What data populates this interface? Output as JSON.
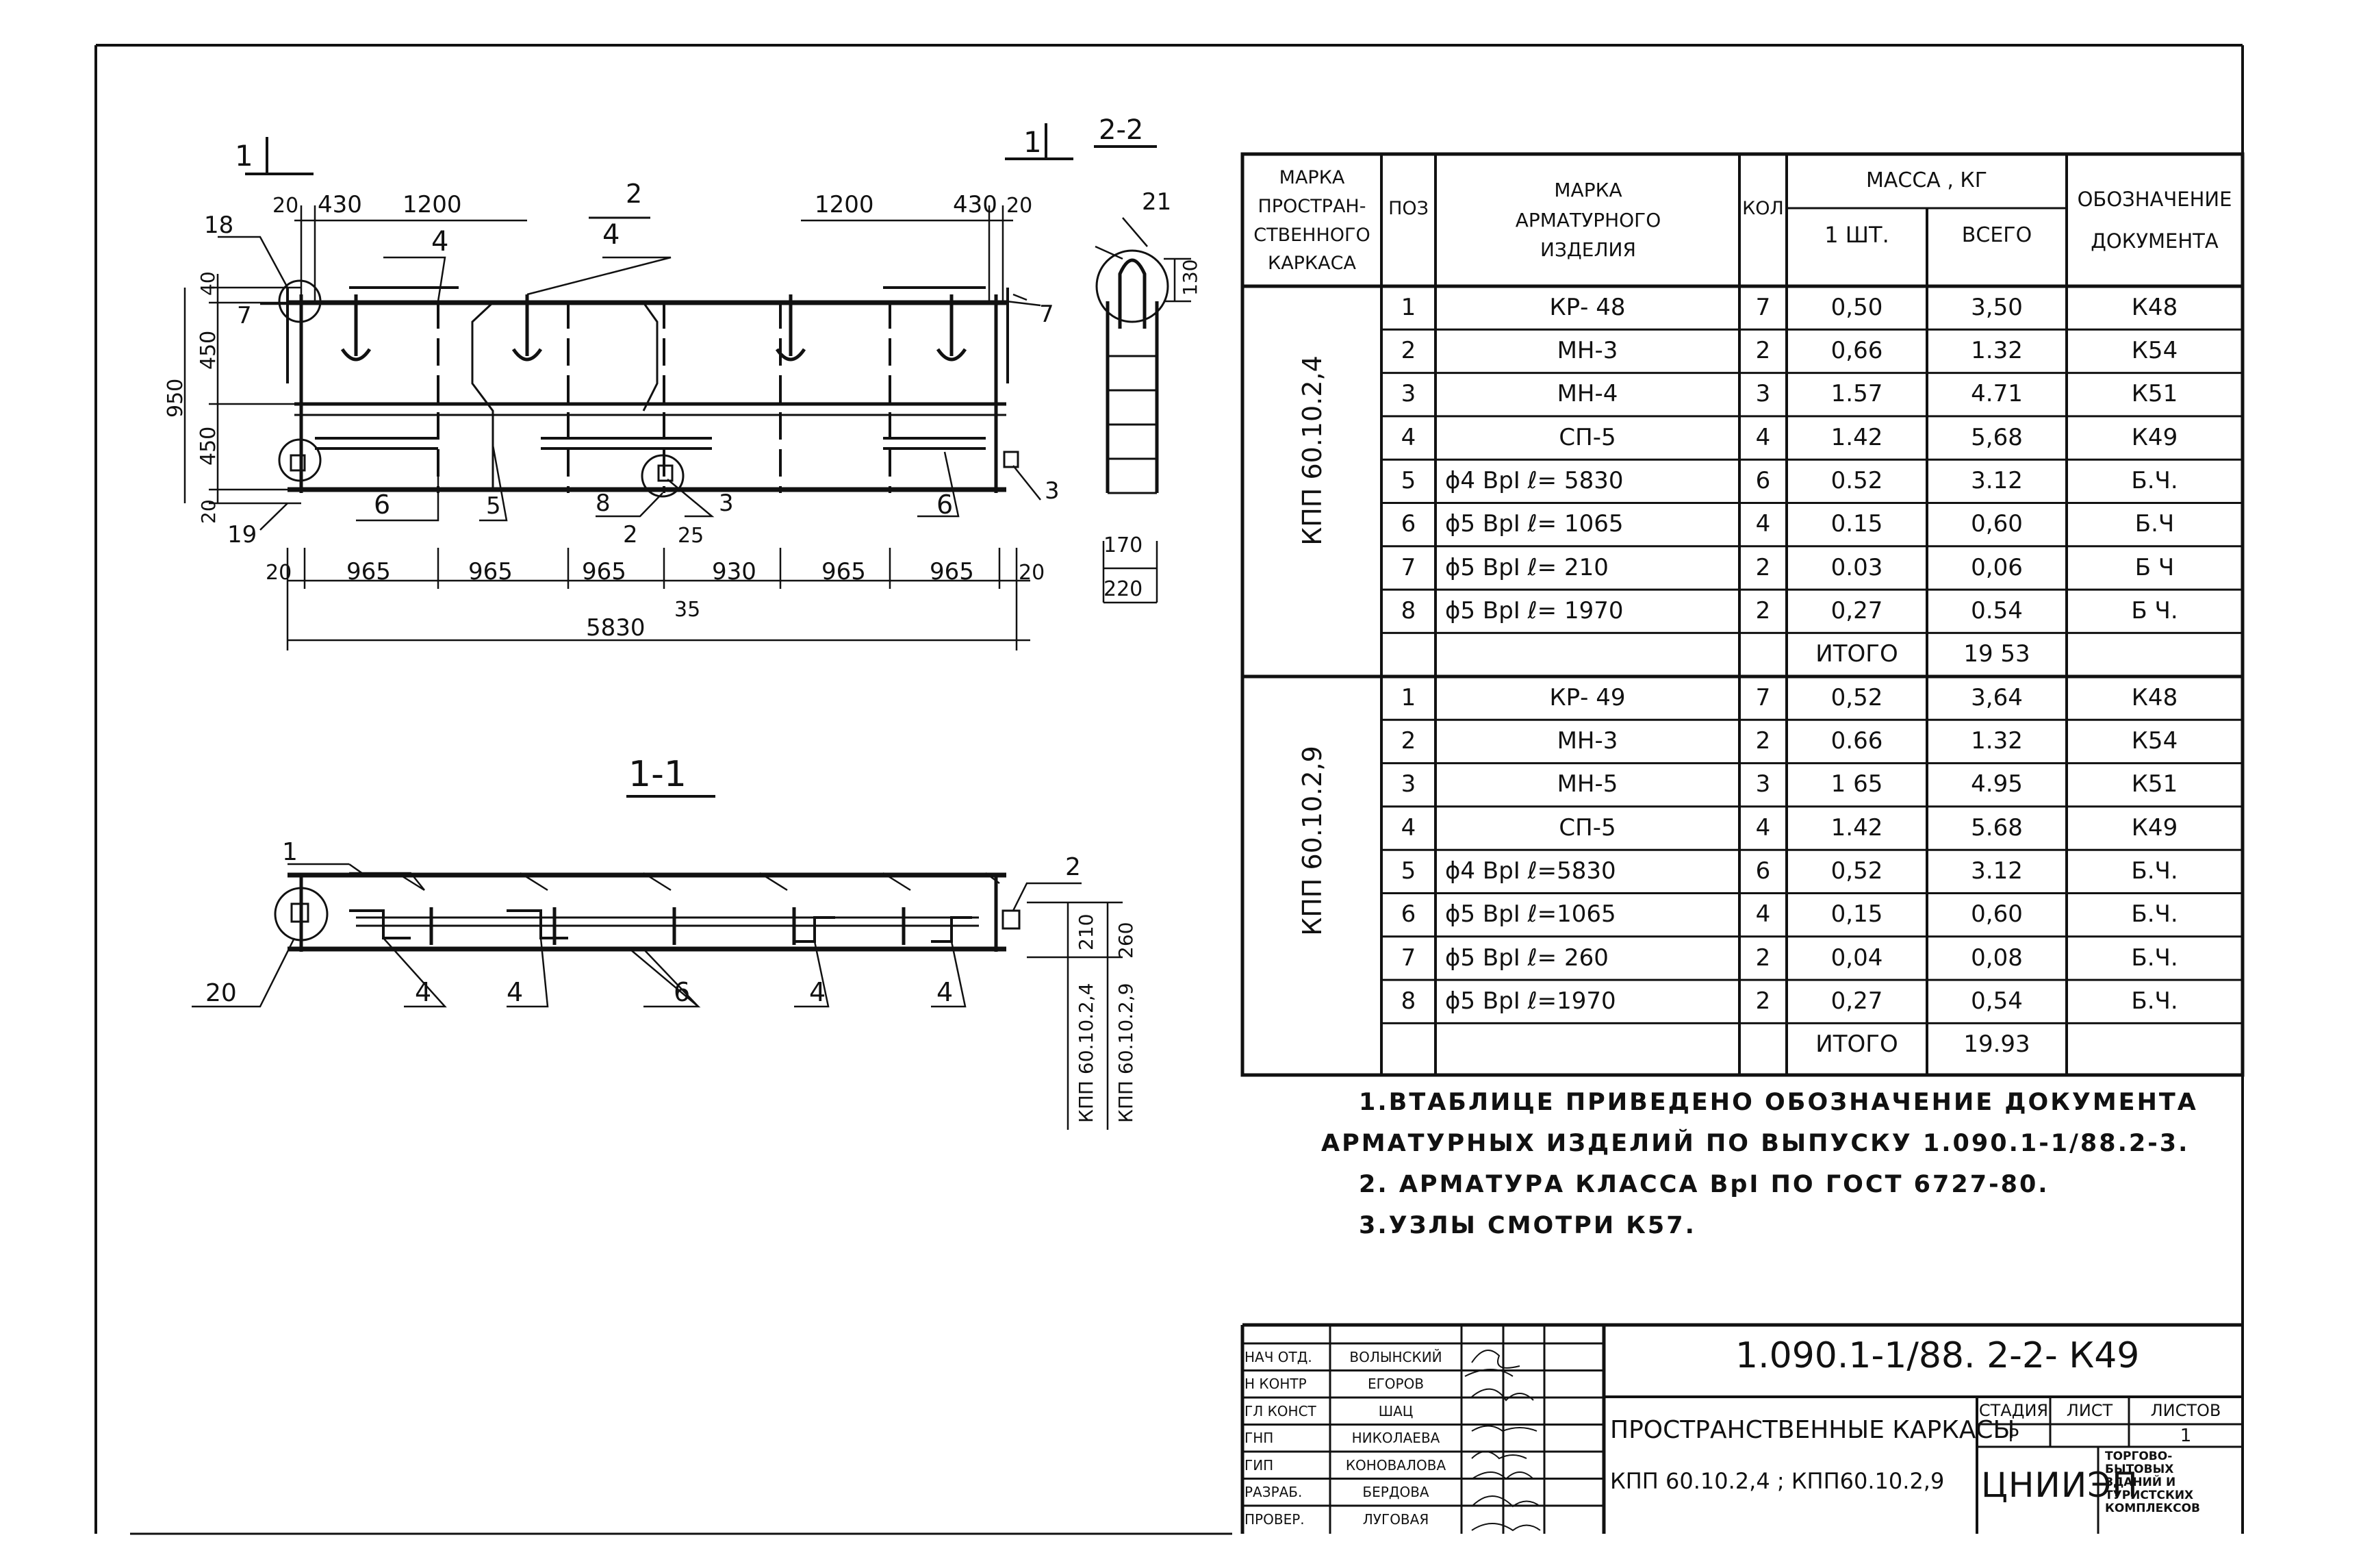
{
  "drawing": {
    "view_plan_mark": "1",
    "view_section_2_2": "2-2",
    "view_section_1_1": "1-1",
    "dims_top": [
      "20",
      "430",
      "1200",
      "1200",
      "430",
      "20"
    ],
    "dims_left": [
      "40",
      "450",
      "950",
      "450",
      "20"
    ],
    "dims_bottom": [
      "20",
      "965",
      "965",
      "965",
      "930",
      "965",
      "965",
      "20"
    ],
    "dim_35": "35",
    "dim_total": "5830",
    "dims_2_2": [
      "130",
      "170",
      "220"
    ],
    "dims_1_1": [
      "210",
      "260"
    ],
    "callouts_plan": [
      "18",
      "7",
      "4",
      "4",
      "2",
      "7",
      "19",
      "6",
      "5",
      "8",
      "2",
      "25",
      "3",
      "6",
      "3"
    ],
    "callout_21": "21",
    "callouts_1_1": [
      "1",
      "2",
      "20",
      "4",
      "4",
      "6",
      "4",
      "4"
    ],
    "kpp_labels": [
      "КПП 60.10.2,4",
      "КПП 60.10.2,9"
    ]
  },
  "spec_table": {
    "headers": {
      "frame_mark": "МАРКА ПРОСТРАН- СТВЕННОГО КАРКАСА",
      "pos": "ПОЗ",
      "item_mark": "МАРКА АРМАТУРНОГО ИЗДЕЛИЯ",
      "qty": "КОЛ",
      "mass": "МАССА , КГ",
      "mass_one": "1 ШТ.",
      "mass_total": "ВСЕГО",
      "doc": "ОБОЗНАЧЕНИЕ ДОКУМЕНТА"
    },
    "groups": [
      {
        "frame": "КПП 60.10.2,4",
        "rows": [
          {
            "pos": "1",
            "mark": "КР- 48",
            "qty": "7",
            "one": "0,50",
            "total": "3,50",
            "doc": "К48"
          },
          {
            "pos": "2",
            "mark": "МН-3",
            "qty": "2",
            "one": "0,66",
            "total": "1.32",
            "doc": "К54"
          },
          {
            "pos": "3",
            "mark": "МН-4",
            "qty": "3",
            "one": "1.57",
            "total": "4.71",
            "doc": "К51"
          },
          {
            "pos": "4",
            "mark": "СП-5",
            "qty": "4",
            "one": "1.42",
            "total": "5,68",
            "doc": "К49"
          },
          {
            "pos": "5",
            "mark": "ϕ4 ВрI  ℓ= 5830",
            "qty": "6",
            "one": "0.52",
            "total": "3.12",
            "doc": "Б.Ч."
          },
          {
            "pos": "6",
            "mark": "ϕ5 ВрI  ℓ= 1065",
            "qty": "4",
            "one": "0.15",
            "total": "0,60",
            "doc": "Б.Ч"
          },
          {
            "pos": "7",
            "mark": "ϕ5 ВрI  ℓ= 210",
            "qty": "2",
            "one": "0.03",
            "total": "0,06",
            "doc": "Б Ч"
          },
          {
            "pos": "8",
            "mark": "ϕ5 ВрI  ℓ= 1970",
            "qty": "2",
            "one": "0,27",
            "total": "0.54",
            "doc": "Б Ч."
          }
        ],
        "total_label": "ИТОГО",
        "total_value": "19 53"
      },
      {
        "frame": "КПП 60.10.2,9",
        "rows": [
          {
            "pos": "1",
            "mark": "КР- 49",
            "qty": "7",
            "one": "0,52",
            "total": "3,64",
            "doc": "К48"
          },
          {
            "pos": "2",
            "mark": "МН-3",
            "qty": "2",
            "one": "0.66",
            "total": "1.32",
            "doc": "К54"
          },
          {
            "pos": "3",
            "mark": "МН-5",
            "qty": "3",
            "one": "1 65",
            "total": "4.95",
            "doc": "К51"
          },
          {
            "pos": "4",
            "mark": "СП-5",
            "qty": "4",
            "one": "1.42",
            "total": "5.68",
            "doc": "К49"
          },
          {
            "pos": "5",
            "mark": "ϕ4 ВрI  ℓ=5830",
            "qty": "6",
            "one": "0,52",
            "total": "3.12",
            "doc": "Б.Ч."
          },
          {
            "pos": "6",
            "mark": "ϕ5 ВрI  ℓ=1065",
            "qty": "4",
            "one": "0,15",
            "total": "0,60",
            "doc": "Б.Ч."
          },
          {
            "pos": "7",
            "mark": "ϕ5 ВрI  ℓ= 260",
            "qty": "2",
            "one": "0,04",
            "total": "0,08",
            "doc": "Б.Ч."
          },
          {
            "pos": "8",
            "mark": "ϕ5 ВрI  ℓ=1970",
            "qty": "2",
            "one": "0,27",
            "total": "0,54",
            "doc": "Б.Ч."
          }
        ],
        "total_label": "ИТОГО",
        "total_value": "19.93"
      }
    ]
  },
  "notes": [
    "1.ВТАБЛИЦЕ ПРИВЕДЕНО ОБОЗНАЧЕНИЕ ДОКУМЕНТА",
    "АРМАТУРНЫХ ИЗДЕЛИЙ ПО ВЫПУСКУ 1.090.1-1/88.2-3.",
    "2. АРМАТУРА КЛАССА ВрI ПО ГОСТ 6727-80.",
    "3.УЗЛЫ СМОТРИ К57."
  ],
  "title_block": {
    "code": "1.090.1-1/88. 2-2- К49",
    "title_line1": "ПРОСТРАНСТВЕННЫЕ КАРКАСЫ",
    "title_line2": "КПП 60.10.2,4 ; КПП60.10.2,9",
    "stage_label": "СТАДИЯ",
    "sheet_label": "ЛИСТ",
    "sheets_label": "ЛИСТОВ",
    "stage": "Р",
    "sheet": "",
    "sheets": "1",
    "org": "ЦНИИЭП",
    "org_desc": [
      "ТОРГОВО-",
      "БЫТОВЫХ",
      "ЗДАНИЙ И",
      "ТУРИСТСКИХ",
      "КОМПЛЕКСОВ"
    ],
    "people": [
      {
        "role": "НАЧ ОТД.",
        "name": "ВОЛЫНСКИЙ"
      },
      {
        "role": "Н КОНТР",
        "name": "ЕГОРОВ"
      },
      {
        "role": "ГЛ КОНСТ",
        "name": "ШАЦ"
      },
      {
        "role": "ГНП",
        "name": "НИКОЛАЕВА"
      },
      {
        "role": "ГИП",
        "name": "КОНОВАЛОВА"
      },
      {
        "role": "РАЗРАБ.",
        "name": "БЕРДОВА"
      },
      {
        "role": "ПРОВЕР.",
        "name": "ЛУГОВАЯ"
      }
    ]
  }
}
